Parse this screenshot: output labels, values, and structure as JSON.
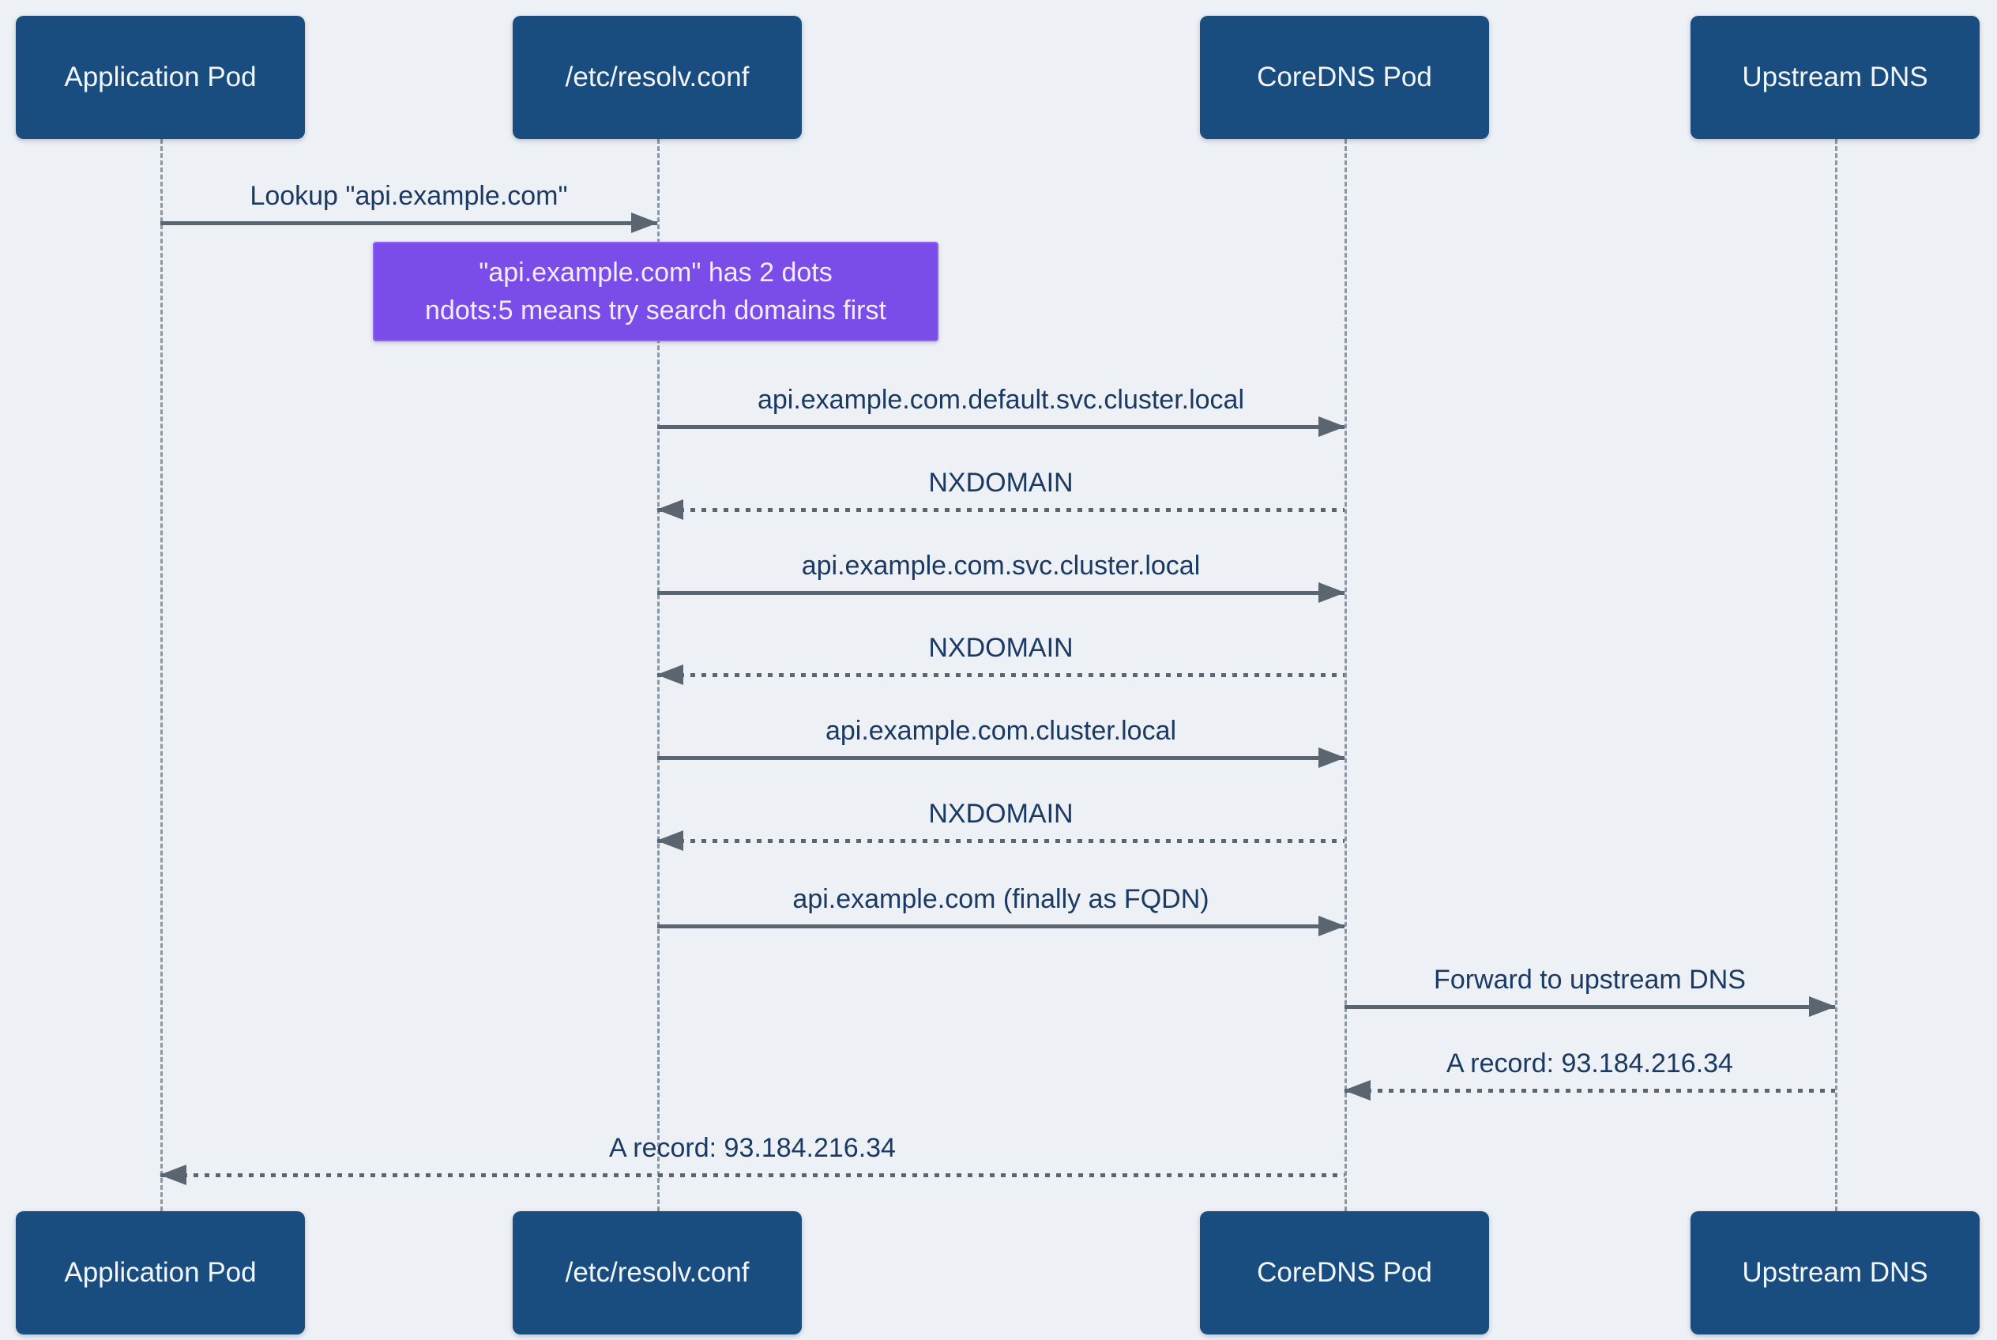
{
  "diagram_type": "sequence",
  "colors": {
    "background": "#edf0f5",
    "actor_fill": "#194d80",
    "actor_text": "#f2f5f9",
    "note_fill": "#7a4ce8",
    "note_text": "#f3edfd",
    "message_text": "#1a3a63",
    "arrow": "#5a6570",
    "lifeline": "#8d96a1"
  },
  "actors": [
    {
      "id": "app",
      "label": "Application Pod"
    },
    {
      "id": "resolv",
      "label": "/etc/resolv.conf"
    },
    {
      "id": "coredns",
      "label": "CoreDNS Pod"
    },
    {
      "id": "upstream",
      "label": "Upstream DNS"
    }
  ],
  "note": {
    "attached_to": "resolv",
    "line1": "\"api.example.com\" has 2 dots",
    "line2": "ndots:5 means try search domains first"
  },
  "messages": [
    {
      "label": "Lookup \"api.example.com\"",
      "from": "app",
      "to": "resolv",
      "style": "solid"
    },
    {
      "label": "api.example.com.default.svc.cluster.local",
      "from": "resolv",
      "to": "coredns",
      "style": "solid"
    },
    {
      "label": "NXDOMAIN",
      "from": "coredns",
      "to": "resolv",
      "style": "dotted"
    },
    {
      "label": "api.example.com.svc.cluster.local",
      "from": "resolv",
      "to": "coredns",
      "style": "solid"
    },
    {
      "label": "NXDOMAIN",
      "from": "coredns",
      "to": "resolv",
      "style": "dotted"
    },
    {
      "label": "api.example.com.cluster.local",
      "from": "resolv",
      "to": "coredns",
      "style": "solid"
    },
    {
      "label": "NXDOMAIN",
      "from": "coredns",
      "to": "resolv",
      "style": "dotted"
    },
    {
      "label": "api.example.com (finally as FQDN)",
      "from": "resolv",
      "to": "coredns",
      "style": "solid"
    },
    {
      "label": "Forward to upstream DNS",
      "from": "coredns",
      "to": "upstream",
      "style": "solid"
    },
    {
      "label": "A record: 93.184.216.34",
      "from": "upstream",
      "to": "coredns",
      "style": "dotted"
    },
    {
      "label": "A record: 93.184.216.34",
      "from": "coredns",
      "to": "app",
      "style": "dotted"
    }
  ]
}
